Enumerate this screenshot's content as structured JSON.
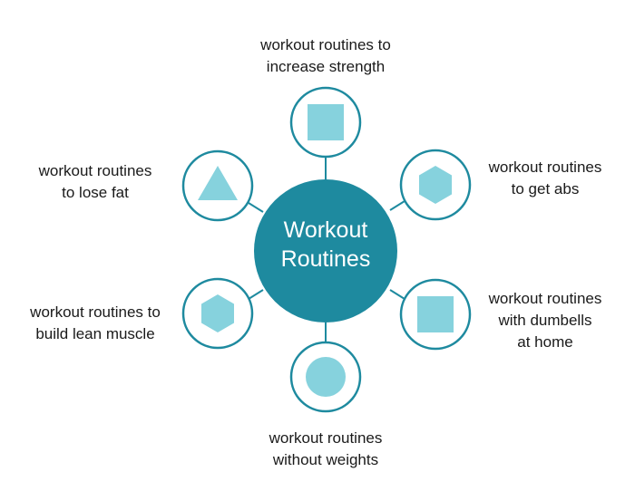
{
  "center": {
    "lines": [
      "Workout",
      "Routines"
    ]
  },
  "nodes": [
    {
      "lines": [
        "workout routines to",
        "increase strength"
      ],
      "shape": "square-icon"
    },
    {
      "lines": [
        "workout routines",
        "to get abs"
      ],
      "shape": "hexagon-icon"
    },
    {
      "lines": [
        "workout routines",
        "with dumbells",
        "at home"
      ],
      "shape": "square-icon"
    },
    {
      "lines": [
        "workout routines",
        "without weights"
      ],
      "shape": "circle-icon"
    },
    {
      "lines": [
        "workout routines to",
        "build lean muscle"
      ],
      "shape": "hexagon-icon"
    },
    {
      "lines": [
        "workout routines",
        "to lose fat"
      ],
      "shape": "triangle-icon"
    }
  ],
  "colors": {
    "center_fill": "#1e8a9f",
    "ring_stroke": "#1e8a9f",
    "connector": "#1e8a9f",
    "shape_fill": "#86d2dd",
    "text": "#1a1a1a"
  }
}
